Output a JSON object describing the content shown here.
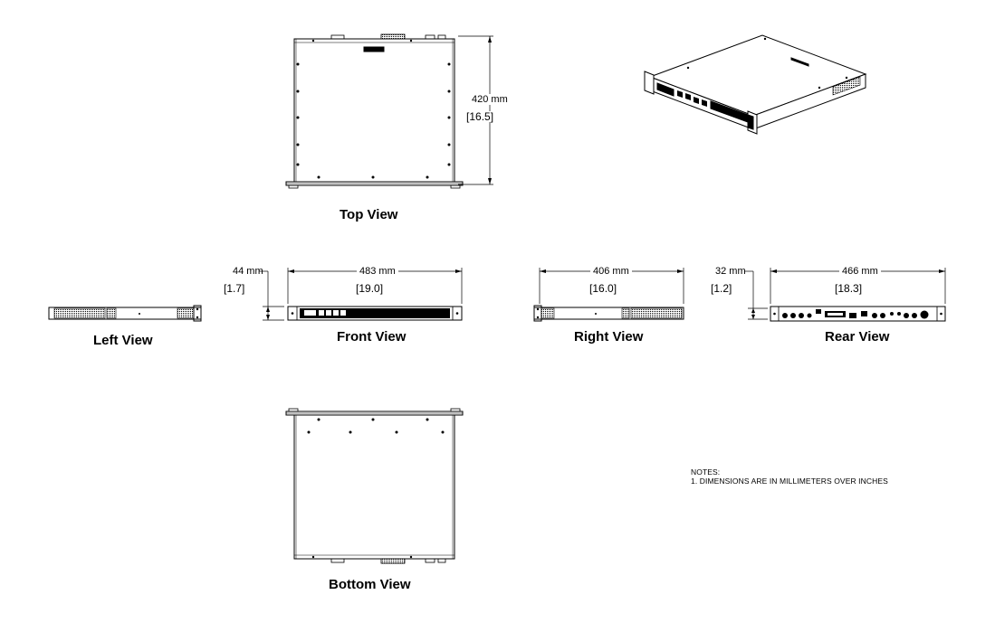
{
  "views": {
    "top": "Top View",
    "bottom": "Bottom View",
    "left": "Left View",
    "front": "Front View",
    "right": "Right View",
    "rear": "Rear View"
  },
  "dimensions": {
    "top_depth_mm": "420 mm",
    "top_depth_in": "16.5",
    "front_height_mm": "44 mm",
    "front_height_in": "1.7",
    "front_width_mm": "483 mm",
    "front_width_in": "19.0",
    "right_depth_mm": "406 mm",
    "right_depth_in": "16.0",
    "rear_height_mm": "32 mm",
    "rear_height_in": "1.2",
    "rear_width_mm": "466 mm",
    "rear_width_in": "18.3"
  },
  "notes": {
    "heading": "NOTES:",
    "line1": "1. DIMENSIONS ARE IN MILLIMETERS OVER INCHES"
  }
}
